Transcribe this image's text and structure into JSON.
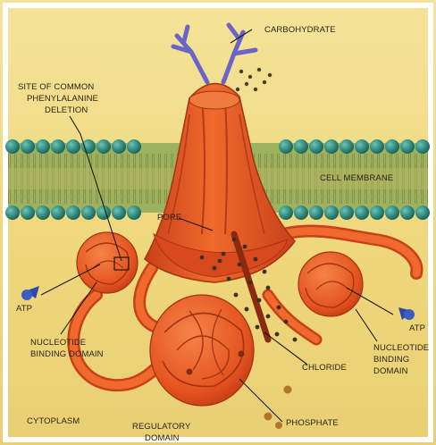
{
  "labels": {
    "carbohydrate": "CARBOHYDRATE",
    "site_line1": "SITE OF COMMON",
    "site_line2": "PHENYLALANINE",
    "site_line3": "DELETION",
    "cell_membrane": "CELL MEMBRANE",
    "pore": "PORE",
    "atp_left": "ATP",
    "atp_right": "ATP",
    "nbd_left_line1": "NUCLEOTIDE",
    "nbd_left_line2": "BINDING DOMAIN",
    "nbd_right_line1": "NUCLEOTIDE",
    "nbd_right_line2": "BINDING",
    "nbd_right_line3": "DOMAIN",
    "chloride": "CHLORIDE",
    "phosphate": "PHOSPHATE",
    "cytoplasm": "CYTOPLASM",
    "regulatory_line1": "REGULATORY",
    "regulatory_line2": "DOMAIN"
  },
  "colors": {
    "background": "#f2dc82",
    "membrane_band": "#93ad57",
    "lipid_head": "#2f8a7e",
    "protein": "#ea5a22",
    "protein_dark": "#c8401a",
    "carbohydrate": "#6a63c8",
    "atp": "#2b4aa8",
    "chloride_dots": "#4a3b2a",
    "phosphate": "#b3732b"
  }
}
